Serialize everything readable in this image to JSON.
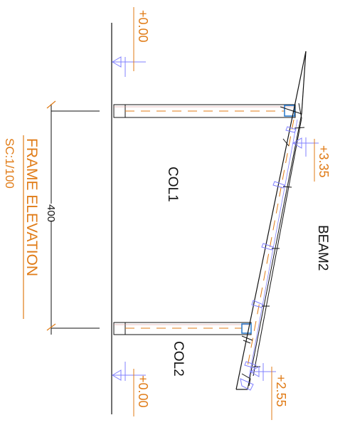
{
  "drawing": {
    "title": "FRAME ELEVATION",
    "scale": "SC:1/100",
    "dimension": "400",
    "members": {
      "col1": "COL1",
      "col2": "COL2",
      "beam": "BEAM2"
    },
    "levels": {
      "top_left": "+0.00",
      "bottom_left": "+0.00",
      "top_right": "+3.35",
      "bottom_right": "+2.55"
    }
  },
  "colors": {
    "annotation": "#e07b16",
    "level_marker": "#8080ff",
    "hidden_line": "#e07b16",
    "connection": "#2277cc",
    "line": "#111111"
  }
}
